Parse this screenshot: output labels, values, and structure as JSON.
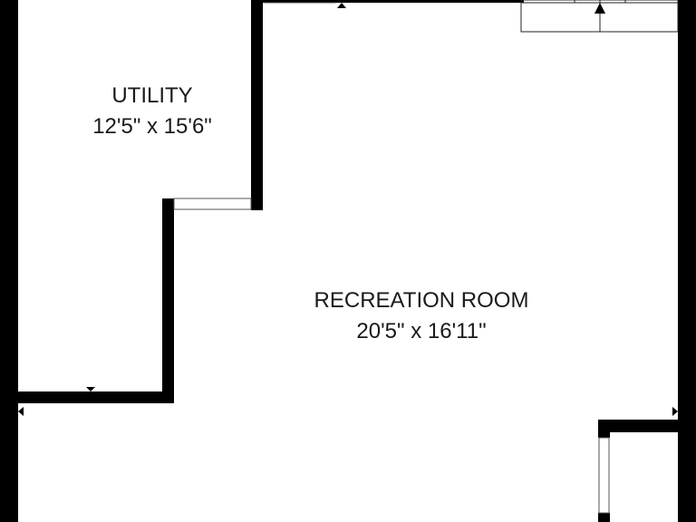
{
  "rooms": [
    {
      "name": "UTILITY",
      "dimensions": "12'5\" x 15'6\""
    },
    {
      "name": "RECREATION ROOM",
      "dimensions": "20'5\" x 16'11\""
    }
  ],
  "colors": {
    "wall": "#000000",
    "background": "#ffffff",
    "line": "#555555"
  }
}
